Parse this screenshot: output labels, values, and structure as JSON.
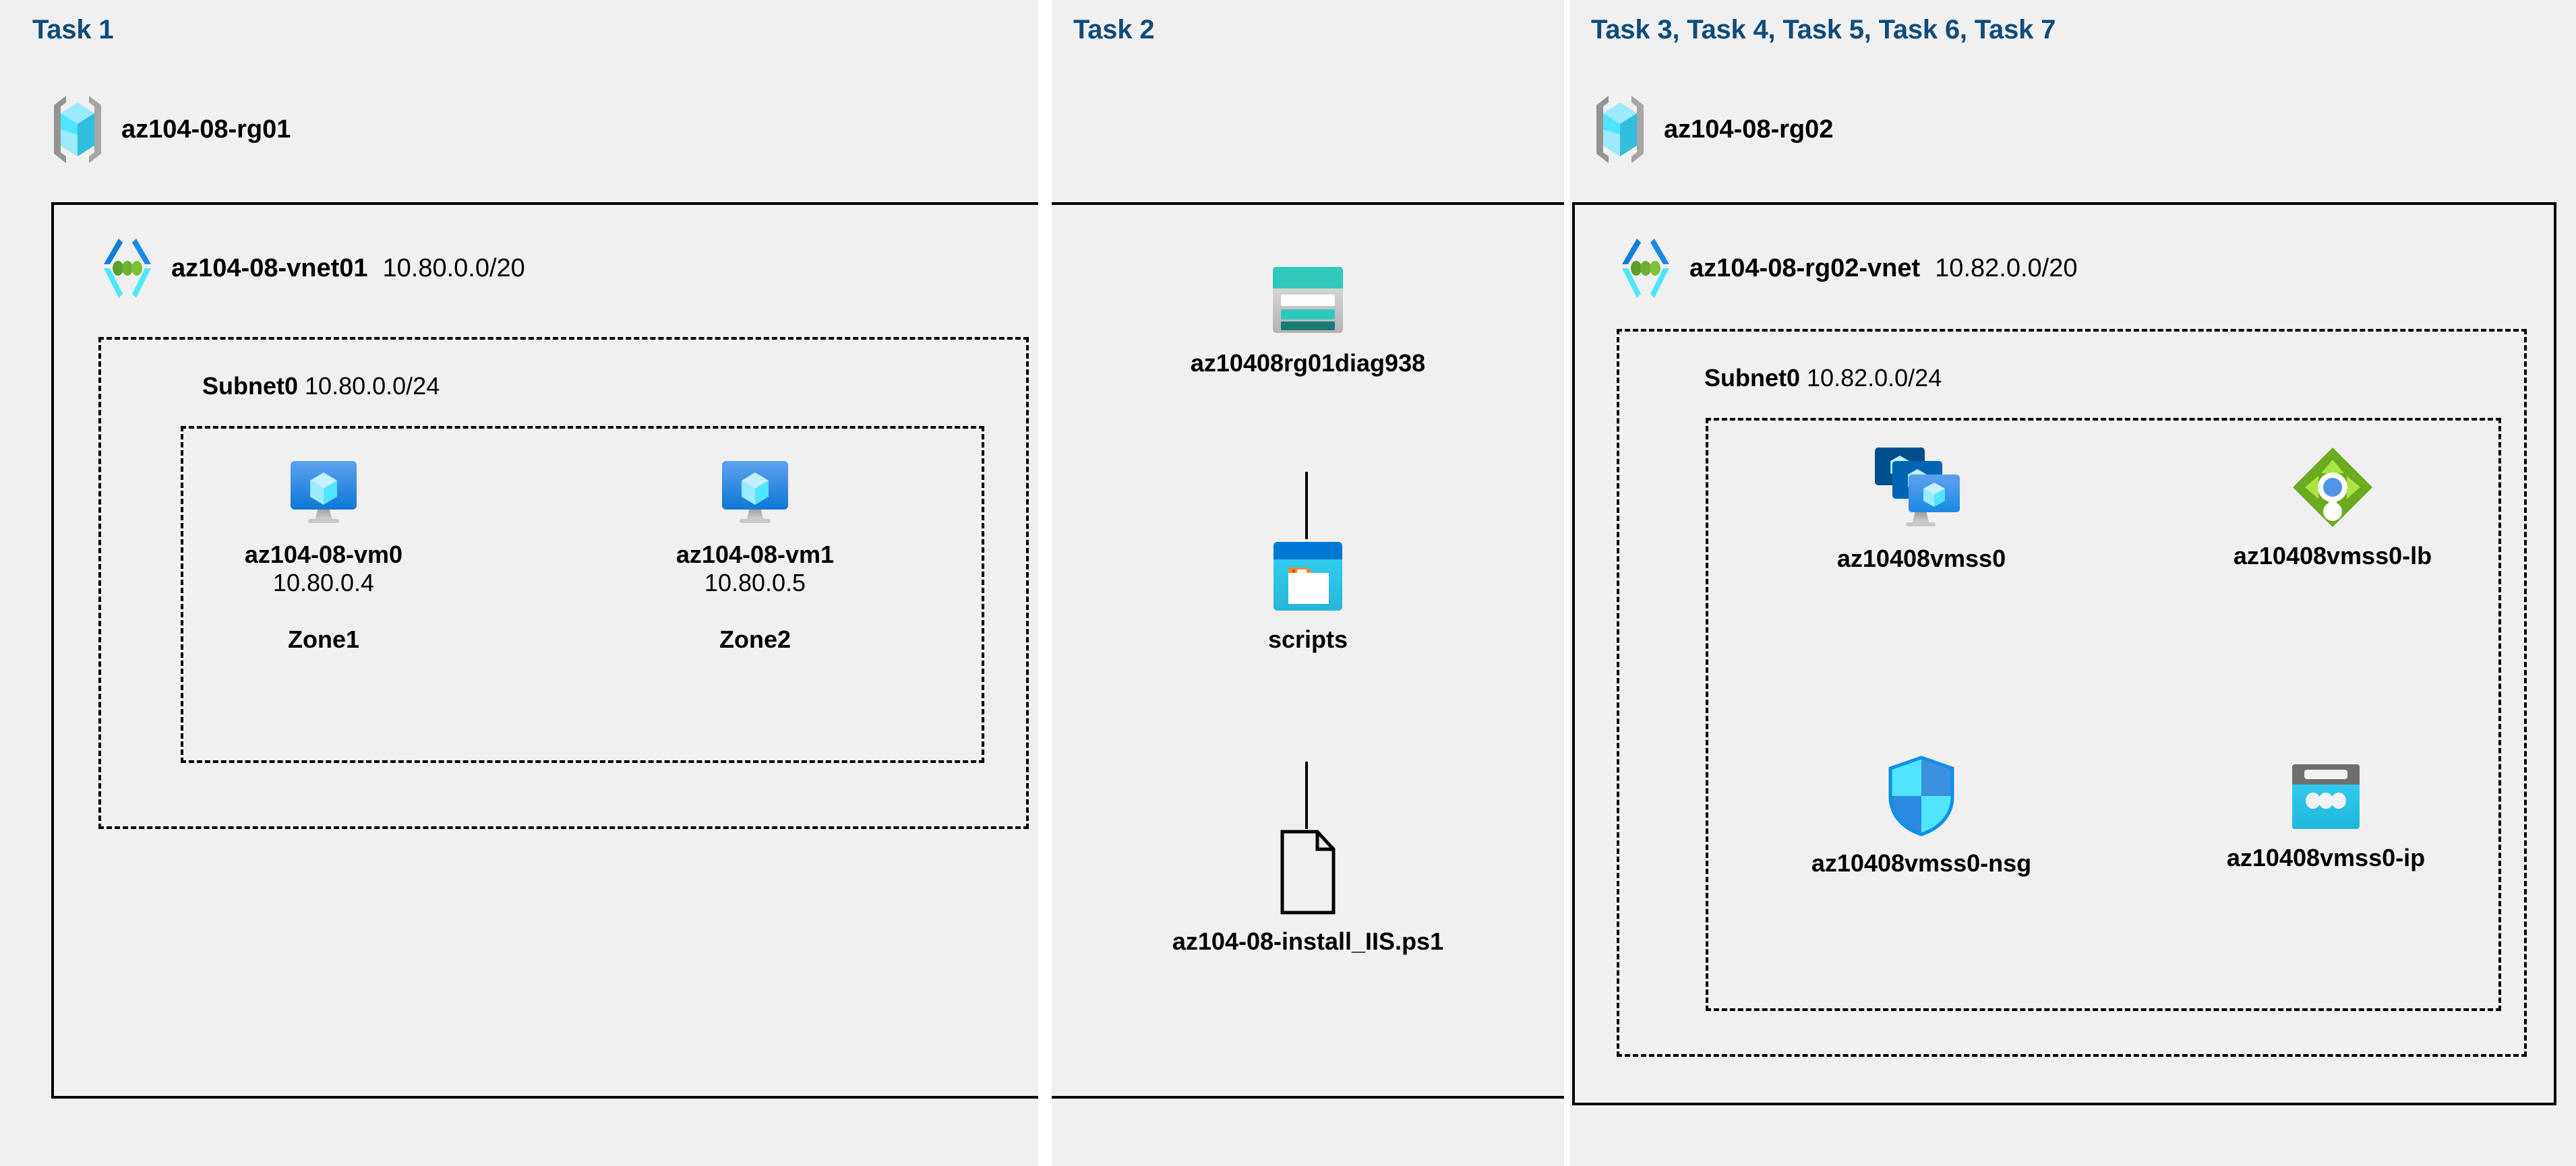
{
  "diagram": {
    "background": "#ffffff",
    "panel_color": "#f0f0f0",
    "task_label_color": "#0e4b7a",
    "border_color": "#000000"
  },
  "tasks": [
    {
      "id": "task1",
      "label": "Task 1"
    },
    {
      "id": "task2",
      "label": "Task 2"
    },
    {
      "id": "task3",
      "label": "Task 3, Task 4, Task 5, Task 6, Task 7"
    }
  ],
  "resource_groups": [
    {
      "id": "rg01",
      "name": "az104-08-rg01",
      "icon": "resource-group-icon"
    },
    {
      "id": "rg02",
      "name": "az104-08-rg02",
      "icon": "resource-group-icon"
    }
  ],
  "vnets": [
    {
      "id": "vnet01",
      "name": "az104-08-vnet01",
      "cidr": "10.80.0.0/20",
      "icon": "virtual-network-icon"
    },
    {
      "id": "vnet02",
      "name": "az104-08-rg02-vnet",
      "cidr": "10.82.0.0/20",
      "icon": "virtual-network-icon"
    }
  ],
  "subnets": [
    {
      "id": "subnet0-vnet01",
      "name": "Subnet0",
      "cidr": "10.80.0.0/24"
    },
    {
      "id": "subnet0-vnet02",
      "name": "Subnet0",
      "cidr": "10.82.0.0/24"
    }
  ],
  "virtual_machines": [
    {
      "id": "vm0",
      "name": "az104-08-vm0",
      "ip": "10.80.0.4",
      "zone": "Zone1",
      "icon": "virtual-machine-icon"
    },
    {
      "id": "vm1",
      "name": "az104-08-vm1",
      "ip": "10.80.0.5",
      "zone": "Zone2",
      "icon": "virtual-machine-icon"
    }
  ],
  "storage": {
    "account": {
      "name": "az10408rg01diag938",
      "icon": "storage-account-icon"
    },
    "container": {
      "name": "scripts",
      "icon": "blob-container-icon"
    },
    "file": {
      "name": "az104-08-install_IIS.ps1",
      "icon": "file-icon"
    }
  },
  "scale_set_resources": [
    {
      "id": "vmss0",
      "name": "az10408vmss0",
      "icon": "vm-scale-set-icon"
    },
    {
      "id": "vmss0-lb",
      "name": "az10408vmss0-lb",
      "icon": "load-balancer-icon"
    },
    {
      "id": "vmss0-nsg",
      "name": "az10408vmss0-nsg",
      "icon": "network-security-group-icon"
    },
    {
      "id": "vmss0-ip",
      "name": "az10408vmss0-ip",
      "icon": "public-ip-address-icon"
    }
  ],
  "colors": {
    "azure_blue": "#0078d4",
    "azure_cyan": "#50e6ff",
    "storage_teal": "#30c8bd",
    "storage_teal_dark": "#197b76",
    "lb_green": "#6aab1f",
    "lb_green_light": "#9fe033",
    "nsg_blue": "#0f8fe8",
    "gray": "#949494"
  }
}
